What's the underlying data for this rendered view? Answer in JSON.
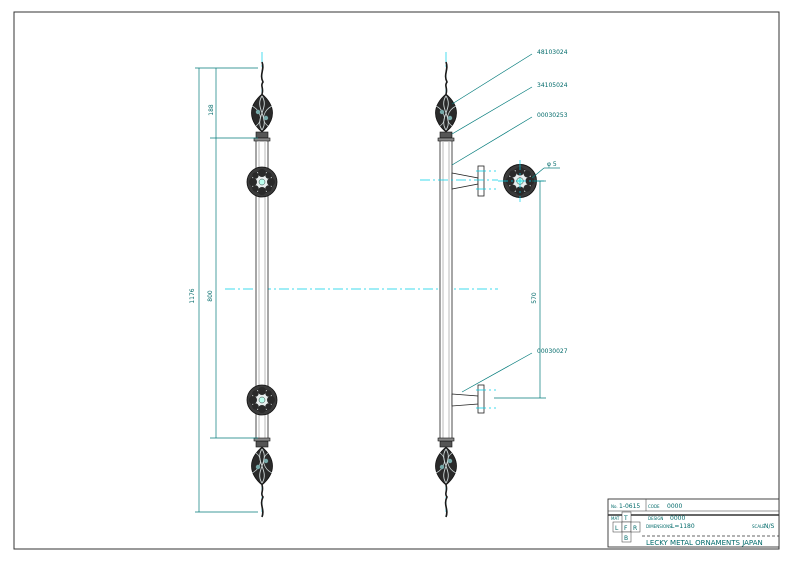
{
  "dimensions": {
    "total_height": "1176",
    "top_ornament": "188",
    "grip_length": "800",
    "mount_spacing": "570",
    "hole_dia": "φ 5"
  },
  "callouts": {
    "finial_part": "48103024",
    "collar_part": "34105024",
    "bar_part": "00030253",
    "bracket_part": "00030027"
  },
  "title_block": {
    "no_label": "No.",
    "drawing_no": "1-0615",
    "code_label": "CODE",
    "code_value": "0000",
    "material_label": "MAT",
    "subcode_label": "DESIGN",
    "subcode_value": "0000",
    "view_t": "T",
    "view_l": "L",
    "view_f": "F",
    "view_r": "R",
    "view_b": "B",
    "dims_label": "DIMENSIONS",
    "dims_value": "L=1180",
    "scale_label": "SCALE",
    "scale_value": "N/S",
    "company": "LECKY METAL ORNAMENTS JAPAN"
  }
}
